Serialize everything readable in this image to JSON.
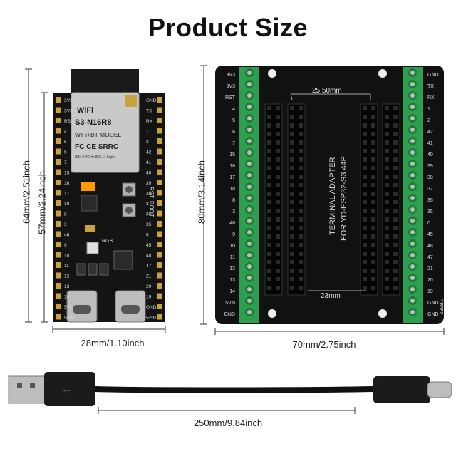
{
  "title": "Product Size",
  "board": {
    "module_brand": "WiFi",
    "module_model": "S3-N16R8",
    "module_line2": "WiFi+BT MODEL",
    "module_cert": "FC CE SRRC",
    "module_line4": "ISM 2.4GHz 802.11 b/g/n",
    "label_rst": "RST",
    "label_boot": "BOOT",
    "label_rgb": "RGB",
    "left_pins": [
      "3V3",
      "3V3",
      "RST",
      "4",
      "5",
      "6",
      "7",
      "15",
      "16",
      "17",
      "18",
      "8",
      "3",
      "46",
      "9",
      "10",
      "11",
      "12",
      "13",
      "14",
      "5Vin",
      "GND"
    ],
    "right_pins": [
      "GND",
      "TX",
      "RX",
      "1",
      "2",
      "42",
      "41",
      "40",
      "39",
      "38",
      "37",
      "36",
      "35",
      "0",
      "45",
      "48",
      "47",
      "21",
      "20",
      "19",
      "GND",
      "GND"
    ]
  },
  "adapter": {
    "line1": "TERMINAL ADAPTER",
    "line2": "FOR YD-ESP32-S3 44P",
    "inner_width": "25.50mm",
    "inner_bottom": "23mm",
    "code": "YB592",
    "left_pins": [
      "3V3",
      "3V3",
      "RST",
      "4",
      "5",
      "6",
      "7",
      "15",
      "16",
      "17",
      "18",
      "8",
      "3",
      "46",
      "9",
      "10",
      "11",
      "12",
      "13",
      "14",
      "5Vin",
      "GND"
    ],
    "right_pins": [
      "GND",
      "TX",
      "RX",
      "1",
      "2",
      "42",
      "41",
      "40",
      "39",
      "38",
      "37",
      "36",
      "35",
      "0",
      "45",
      "48",
      "47",
      "21",
      "20",
      "19",
      "GND",
      "GND"
    ]
  },
  "dimensions": {
    "board_height": "64mm/2.51inch",
    "board_inner_height": "57mm/2.24inch",
    "board_width": "28mm/1.10inch",
    "adapter_height": "80mm/3.14inch",
    "adapter_width": "70mm/2.75inch",
    "cable_length": "250mm/9.84inch"
  },
  "colors": {
    "pcb": "#111111",
    "terminal": "#2e9e4f",
    "module": "#c9c9c9",
    "dimension_line": "#333333"
  }
}
